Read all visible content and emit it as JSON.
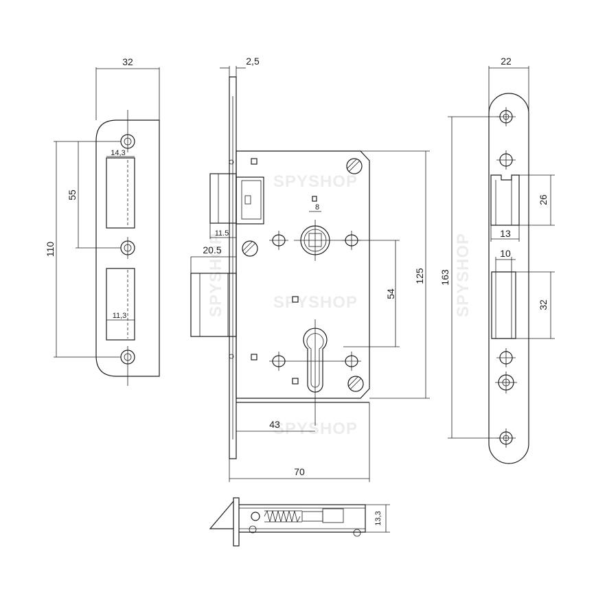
{
  "watermark": "SPYSHOP",
  "dimensions": {
    "strike_width": "32",
    "strike_height": "110",
    "strike_spacing": "55",
    "strike_hole_upper": "14,3",
    "strike_hole_lower": "11,3",
    "faceplate_thickness": "2,5",
    "latch_projection": "11.5",
    "deadbolt_projection": "20.5",
    "follower_square": "8",
    "distance_centers": "54",
    "case_height": "125",
    "backset": "43",
    "case_depth": "70",
    "latch_height": "13,3",
    "front_width": "22",
    "front_height": "163",
    "latch_hole_height": "26",
    "latch_hole_width": "13",
    "bolt_hole_width": "10",
    "bolt_hole_height": "32"
  }
}
